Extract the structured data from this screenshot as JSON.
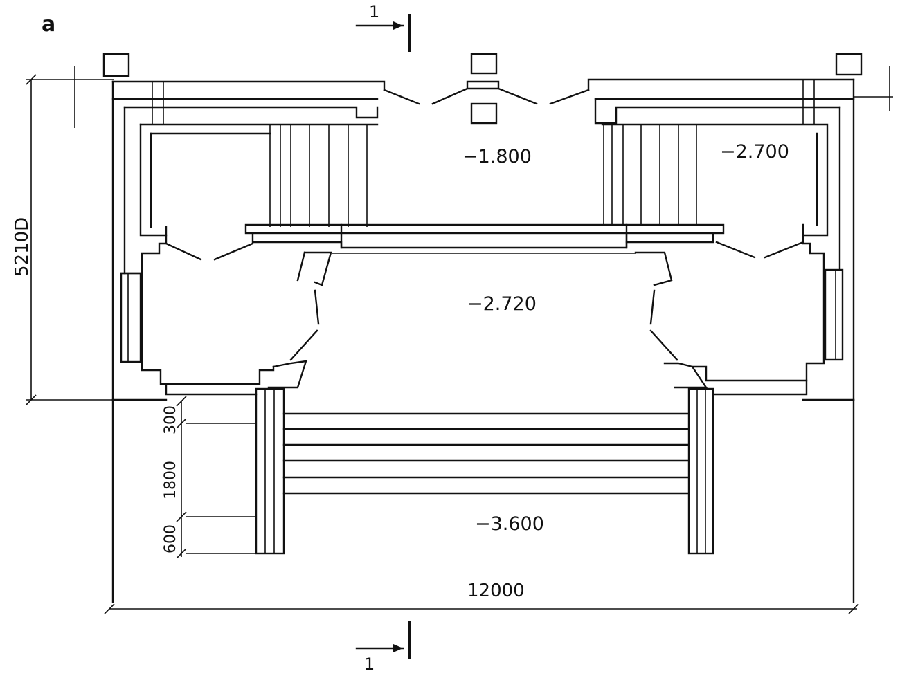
{
  "figure_label": "a",
  "section_mark": "1",
  "levels": {
    "top_center": "−1.800",
    "top_right": "−2.700",
    "middle": "−2.720",
    "bottom": "−3.600"
  },
  "dimensions": {
    "overall_height": "5210D",
    "overall_width": "12000",
    "step_300": "300",
    "step_1800": "1800",
    "step_600": "600"
  }
}
